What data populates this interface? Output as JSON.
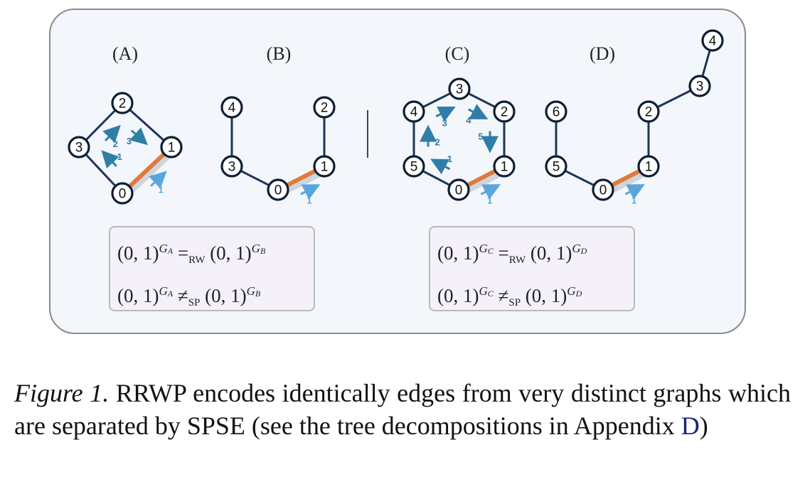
{
  "figure": {
    "panels": [
      {
        "id": "A",
        "label": "(A)",
        "nodes": [
          "0",
          "1",
          "2",
          "3"
        ],
        "edges": [
          [
            "0",
            "1"
          ],
          [
            "1",
            "2"
          ],
          [
            "2",
            "3"
          ],
          [
            "3",
            "0"
          ]
        ],
        "highlighted_edge": [
          "0",
          "1"
        ],
        "walk_steps": [
          {
            "label": "1",
            "from": "0",
            "to": "1",
            "highlight": true
          },
          {
            "label": "1",
            "from": "0",
            "to": "3"
          },
          {
            "label": "2",
            "from": "3",
            "to": "2"
          },
          {
            "label": "3",
            "from": "2",
            "to": "1"
          }
        ]
      },
      {
        "id": "B",
        "label": "(B)",
        "nodes": [
          "0",
          "1",
          "2",
          "3",
          "4"
        ],
        "edges": [
          [
            "0",
            "1"
          ],
          [
            "1",
            "2"
          ],
          [
            "0",
            "3"
          ],
          [
            "3",
            "4"
          ]
        ],
        "highlighted_edge": [
          "0",
          "1"
        ],
        "walk_steps": [
          {
            "label": "1",
            "from": "0",
            "to": "1",
            "highlight": true
          }
        ]
      },
      {
        "id": "C",
        "label": "(C)",
        "nodes": [
          "0",
          "1",
          "2",
          "3",
          "4",
          "5"
        ],
        "edges": [
          [
            "0",
            "1"
          ],
          [
            "1",
            "2"
          ],
          [
            "2",
            "3"
          ],
          [
            "3",
            "4"
          ],
          [
            "4",
            "5"
          ],
          [
            "5",
            "0"
          ]
        ],
        "highlighted_edge": [
          "0",
          "1"
        ],
        "walk_steps": [
          {
            "label": "1",
            "from": "0",
            "to": "1",
            "highlight": true
          },
          {
            "label": "1",
            "from": "0",
            "to": "5"
          },
          {
            "label": "2",
            "from": "5",
            "to": "4"
          },
          {
            "label": "3",
            "from": "4",
            "to": "3"
          },
          {
            "label": "4",
            "from": "3",
            "to": "2"
          },
          {
            "label": "5",
            "from": "2",
            "to": "1"
          }
        ]
      },
      {
        "id": "D",
        "label": "(D)",
        "nodes": [
          "0",
          "1",
          "2",
          "3",
          "4",
          "5",
          "6"
        ],
        "edges": [
          [
            "0",
            "1"
          ],
          [
            "1",
            "2"
          ],
          [
            "2",
            "3"
          ],
          [
            "3",
            "4"
          ],
          [
            "0",
            "5"
          ],
          [
            "5",
            "6"
          ]
        ],
        "highlighted_edge": [
          "0",
          "1"
        ],
        "walk_steps": [
          {
            "label": "1",
            "from": "0",
            "to": "1",
            "highlight": true
          }
        ]
      }
    ],
    "equation_boxes": [
      {
        "line1": {
          "lhs": "(0, 1)",
          "lhs_graph": "G",
          "lhs_sub": "A",
          "relation": "=",
          "relation_sub": "RW",
          "rhs": "(0, 1)",
          "rhs_graph": "G",
          "rhs_sub": "B"
        },
        "line2": {
          "lhs": "(0, 1)",
          "lhs_graph": "G",
          "lhs_sub": "A",
          "relation": "≠",
          "relation_sub": "SP",
          "rhs": "(0, 1)",
          "rhs_graph": "G",
          "rhs_sub": "B"
        }
      },
      {
        "line1": {
          "lhs": "(0, 1)",
          "lhs_graph": "G",
          "lhs_sub": "C",
          "relation": "=",
          "relation_sub": "RW",
          "rhs": "(0, 1)",
          "rhs_graph": "G",
          "rhs_sub": "D"
        },
        "line2": {
          "lhs": "(0, 1)",
          "lhs_graph": "G",
          "lhs_sub": "C",
          "relation": "≠",
          "relation_sub": "SP",
          "rhs": "(0, 1)",
          "rhs_graph": "G",
          "rhs_sub": "D"
        }
      }
    ],
    "colors": {
      "panel_background": "#f3f7fb",
      "edge": "#1e3556",
      "highlighted_edge": "#e07a3c",
      "walk_arrow": "#2f7ea8",
      "walk_arrow_highlight": "#5aa6dc",
      "equation_box_background": "#f5f1fb"
    }
  },
  "caption": {
    "label": "Figure 1.",
    "text_before_ref": " RRWP encodes identically edges from very distinct graphs which are separated by SPSE (see the tree decompositions in Appendix ",
    "ref": "D",
    "text_after_ref": ")"
  }
}
